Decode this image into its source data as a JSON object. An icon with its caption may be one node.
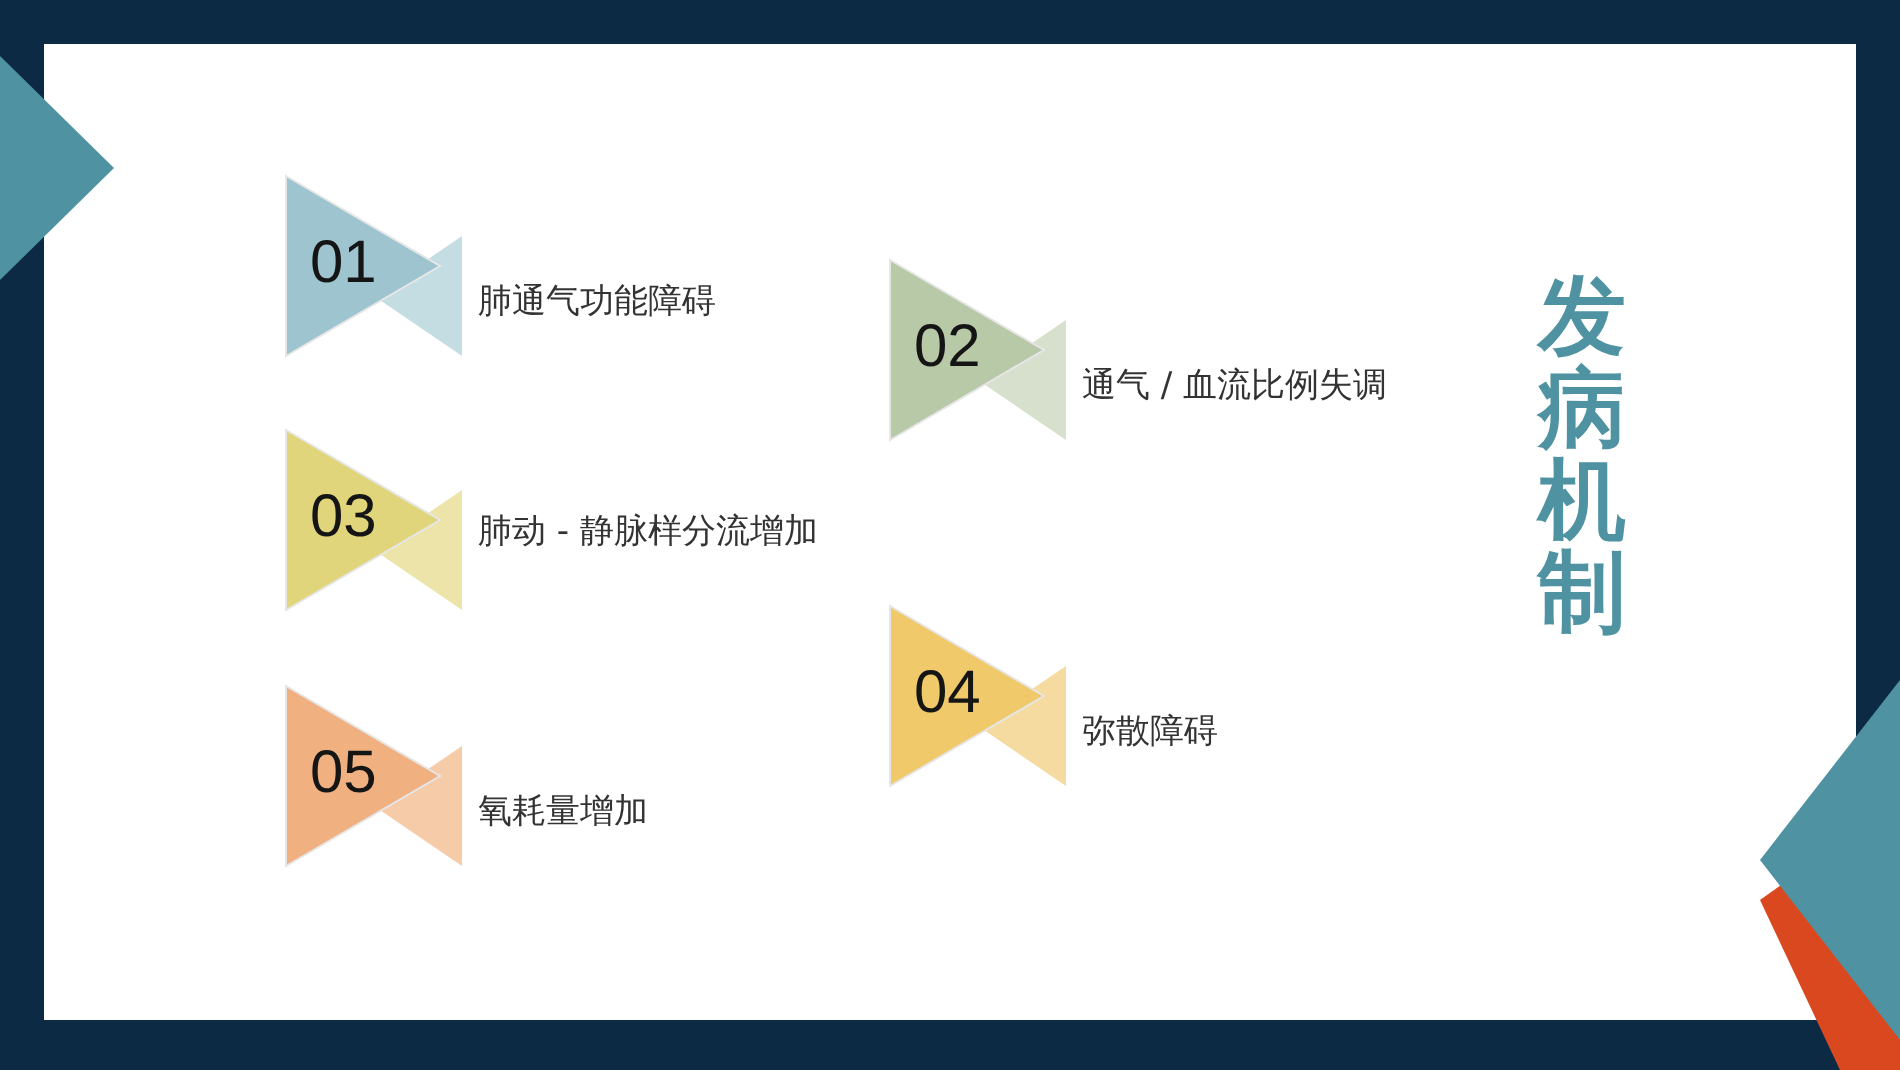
{
  "diagram": {
    "title": "发病机制",
    "nodes": [
      {
        "text": [
          "01",
          "肺通气功能障碍"
        ]
      },
      {
        "text": [
          "02",
          "通气 / 血流比例失调"
        ]
      },
      {
        "text": [
          "03",
          "肺动 - 静脉样分流增加"
        ]
      },
      {
        "text": [
          "04",
          "弥散障碍"
        ]
      },
      {
        "text": [
          "05",
          "氧耗量增加"
        ]
      }
    ],
    "edges": []
  }
}
